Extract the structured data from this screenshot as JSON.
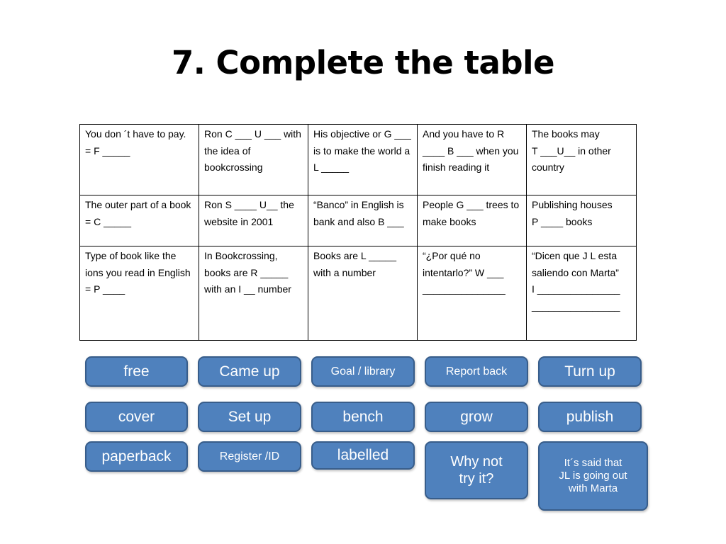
{
  "title": "7. Complete the table",
  "table": {
    "rows": [
      [
        "You don ´t have to pay. = F _____",
        "Ron C ___ U ___ with the idea of bookcrossing",
        "His objective or G ___ is to make the world a L _____",
        "And you have to R ____ B ___ when you finish reading it",
        "The books may\nT ___U__ in other country"
      ],
      [
        "The outer part of a book = C _____",
        "Ron S ____ U__ the website in 2001",
        "“Banco” in English is bank and also B ___",
        "People G ___ trees to make books",
        "Publishing houses\nP ____ books"
      ],
      [
        "Type of book like the ions you read in English = P ____",
        "In Bookcrossing, books are R _____ with an I __ number",
        "Books are L _____ with a number",
        "“¿Por qué no intentarlo?” W ___ _______________",
        "“Dicen que J L esta saliendo con Marta”\nI _______________ ________________"
      ]
    ]
  },
  "answers": {
    "free": "free",
    "came_up": "Came up",
    "goal_library": "Goal / library",
    "report_back": "Report back",
    "turn_up": "Turn up",
    "cover": "cover",
    "set_up": "Set up",
    "bench": "bench",
    "grow": "grow",
    "publish": "publish",
    "paperback": "paperback",
    "register_id": "Register /ID",
    "labelled": "labelled",
    "why_not": "Why not\ntry it?",
    "its_said": "It´s said that\nJL is going out\nwith Marta"
  },
  "colors": {
    "button_fill": "#4f81bd",
    "button_border": "#385d8a",
    "button_text": "#ffffff"
  }
}
